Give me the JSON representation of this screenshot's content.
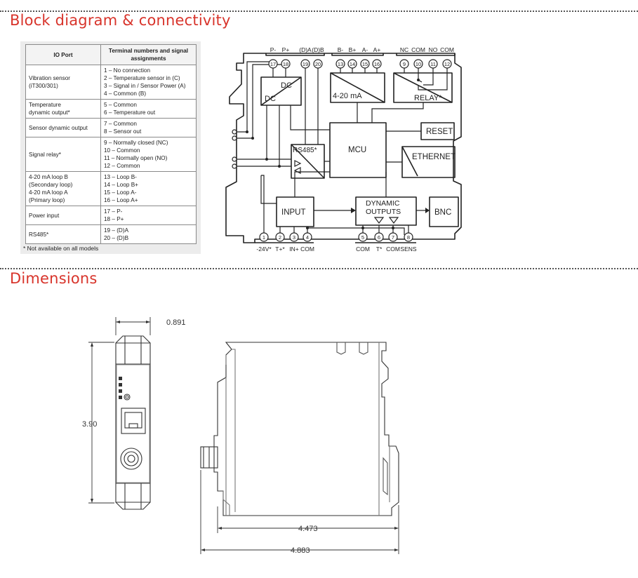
{
  "sections": {
    "block_title": "Block diagram & connectivity",
    "dimensions_title": "Dimensions"
  },
  "io_table": {
    "headers": [
      "IO Port",
      "Terminal numbers and signal assignments"
    ],
    "rows": [
      {
        "port": [
          "Vibration sensor",
          "(iT300/301)"
        ],
        "terms": [
          "1 – No connection",
          "2 – Temperature sensor in (C)",
          "3 – Signal in / Sensor Power (A)",
          "4 – Common (B)"
        ]
      },
      {
        "port": [
          "Temperature",
          "dynamic output*"
        ],
        "terms": [
          "5 – Common",
          "6 – Temperature out"
        ]
      },
      {
        "port": [
          "Sensor dynamic output"
        ],
        "terms": [
          "7 – Common",
          "8 – Sensor out"
        ]
      },
      {
        "port": [
          "Signal relay*"
        ],
        "terms": [
          "9 – Normally closed (NC)",
          "10 – Common",
          "11 – Normally open (NO)",
          "12 – Common"
        ]
      },
      {
        "port": [
          "4-20 mA loop B",
          "(Secondary loop)",
          "4-20 mA loop A",
          "(Primary loop)"
        ],
        "terms": [
          "13 – Loop B-",
          "14 – Loop B+",
          "15 – Loop A-",
          "16 – Loop A+"
        ]
      },
      {
        "port": [
          "Power input"
        ],
        "terms": [
          "17 – P-",
          "18 – P+"
        ]
      },
      {
        "port": [
          "RS485*"
        ],
        "terms": [
          "19 – (D)A",
          "20 – (D)B"
        ]
      }
    ],
    "footnote": "* Not available on all models"
  },
  "block_diagram": {
    "top_terminals": {
      "group1": {
        "labels": [
          "P-",
          "P+",
          "(D)A",
          "(D)B"
        ],
        "numbers": [
          "17",
          "18",
          "19",
          "20"
        ]
      },
      "group2": {
        "labels": [
          "B-",
          "B+",
          "A-",
          "A+"
        ],
        "numbers": [
          "13",
          "14",
          "15",
          "16"
        ]
      },
      "group3": {
        "labels": [
          "NC",
          "COM",
          "NO",
          "COM"
        ],
        "numbers": [
          "9",
          "10",
          "11",
          "12"
        ]
      }
    },
    "bottom_terminals": {
      "group1": {
        "labels": [
          "-24V*",
          "T+*",
          "IN+",
          "COM"
        ],
        "numbers": [
          "1",
          "2",
          "3",
          "4"
        ]
      },
      "group2": {
        "labels": [
          "COM",
          "T*",
          "COM",
          "SENS"
        ],
        "numbers": [
          "5",
          "6",
          "7",
          "8"
        ]
      }
    },
    "blocks": {
      "dc_out": "DC",
      "dc_in": "DC",
      "loop": "4-20 mA",
      "relay": "RELAY*",
      "reset": "RESET",
      "mcu": "MCU",
      "rs485": "RS485*",
      "ethernet": "ETHERNET",
      "input": "INPUT",
      "dynamic_outputs": [
        "DYNAMIC",
        "OUTPUTS"
      ],
      "bnc": "BNC"
    }
  },
  "dimensions": {
    "width_front": "0.891",
    "height": "3.90",
    "depth_body": "4.473",
    "depth_total": "4.883"
  }
}
